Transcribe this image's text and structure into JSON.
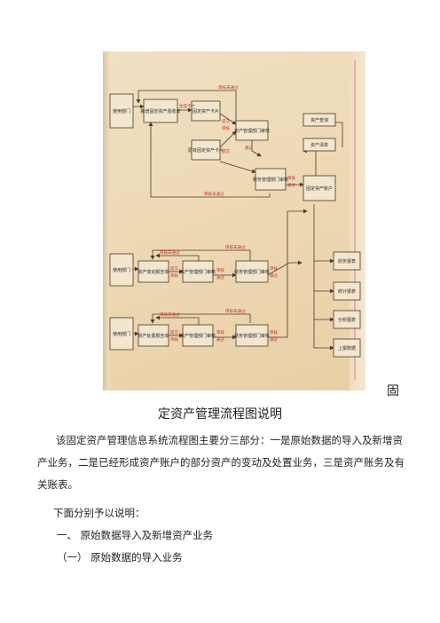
{
  "figure": {
    "labels": {
      "user_dept_1": "使用部门",
      "user_dept_2": "使用部门",
      "user_dept_3": "使用部门",
      "new_asset_receipt": "新增固定资产验收单",
      "fixed_asset_card": "固定资产卡片",
      "original_asset_card": "原有固定资产卡片",
      "mgmt_dept_review": "资产管理部门审核",
      "finance_dept_review": "财务管理部门审核",
      "fixed_asset_account": "固定资产账户",
      "asset_query": "资产查询",
      "asset_list": "资产清单",
      "change_report": "资产变动报告单",
      "mgmt_dept_review_2": "资产管理部门审核",
      "finance_dept_review_2": "财务管理部门审核",
      "disposal_report": "资产处置报告单",
      "mgmt_dept_review_3": "资产管理部门审核",
      "finance_dept_review_3": "财务管理部门审核",
      "finance_report": "财务报表",
      "statistics_report": "统计报表",
      "analysis_chart": "分析图表",
      "report_data": "上报数据"
    },
    "edge_labels": {
      "generate_card": "生成卡片",
      "submit": "提交",
      "review": "审核",
      "pass": "通过",
      "review_fail": "审核未通过"
    }
  },
  "caption": {
    "tail_char": "固",
    "line": "定资产管理流程图说明"
  },
  "body": {
    "p1": "该固定资产管理信息系统流程图主要分三部分：一是原始数据的导入及新增资产业务，二是已经形成资产账户的部分资产的变动及处置业务，三是资产账务及有关账表。",
    "p2": "下面分别予以说明：",
    "p3": "一、 原始数据导入及新增资产业务",
    "p4": "（一） 原始数据的导入业务"
  }
}
